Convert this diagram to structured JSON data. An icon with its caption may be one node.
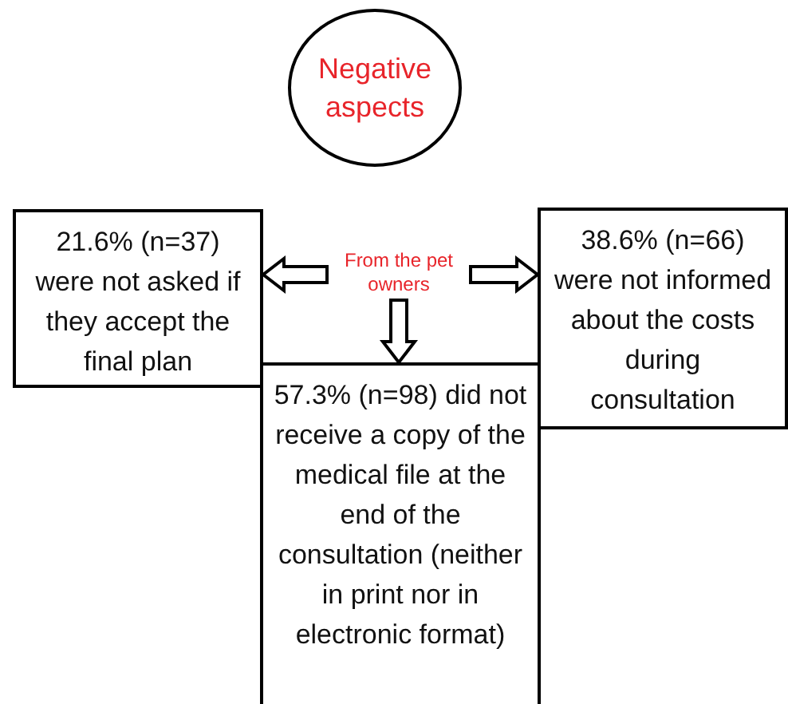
{
  "diagram": {
    "nodes": [
      {
        "text": [
          "Negative aspects"
        ]
      },
      {
        "text": [
          "21.6% (n=37) were not asked if they accept the final plan"
        ]
      },
      {
        "text": [
          "From the pet owners"
        ]
      },
      {
        "text": [
          "38.6% (n=66) were not informed about the costs during consultation"
        ]
      },
      {
        "text": [
          "57.3% (n=98) did not receive a copy of the medical file at the end of the consultation (neither in print nor in electronic format)"
        ]
      }
    ],
    "edges": [
      {
        "from": 2,
        "to": 1,
        "arrow": "to"
      },
      {
        "from": 2,
        "to": 3,
        "arrow": "to"
      },
      {
        "from": 2,
        "to": 4,
        "arrow": "to"
      }
    ]
  }
}
